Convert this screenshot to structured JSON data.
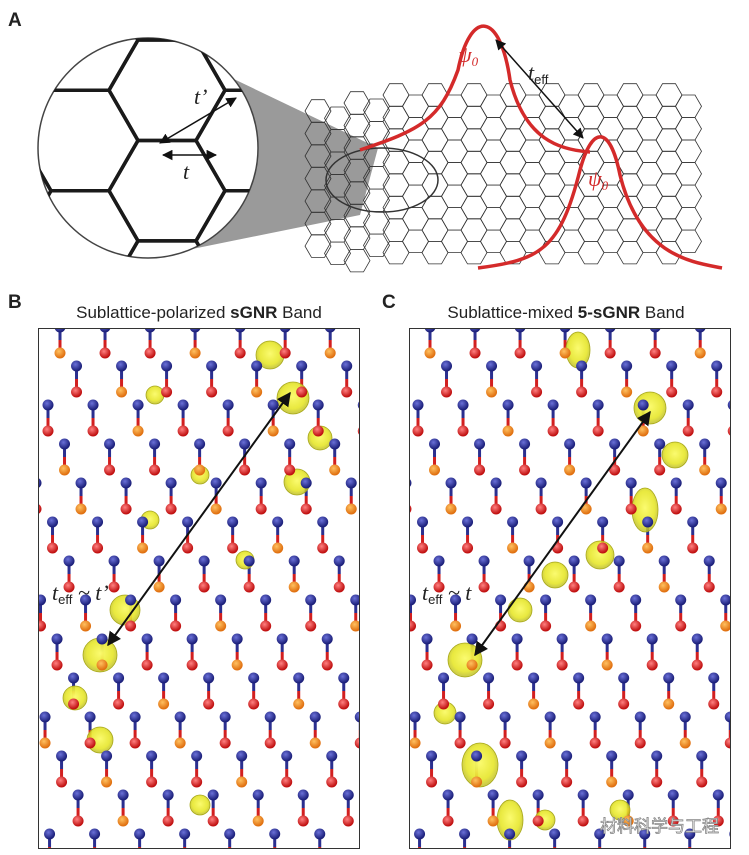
{
  "panels": {
    "a": {
      "letter": "A",
      "labels": {
        "t_prime": "t’",
        "t": "t",
        "t_eff_main": "t",
        "t_eff_sub": "eff",
        "psi_1": "ψ",
        "psi_1_sub": "0",
        "psi_2": "ψ",
        "psi_2_sub": "0"
      }
    },
    "b": {
      "letter": "B",
      "title_prefix": "Sublattice-polarized ",
      "title_bold": "sGNR",
      "title_suffix": " Band",
      "annotation_main": "t",
      "annotation_sub": "eff",
      "annotation_rel": " ~ t’"
    },
    "c": {
      "letter": "C",
      "title_prefix": "Sublattice-mixed ",
      "title_bold": "5-sGNR",
      "title_suffix": " Band",
      "annotation_main": "t",
      "annotation_sub": "eff",
      "annotation_rel": " ~ t"
    }
  },
  "watermark": "材料科学与工程",
  "colors": {
    "wavefunction": "#d42a2a",
    "atom_a": "#2b2f8f",
    "atom_b": "#d21f1f",
    "density": "#e8e830",
    "hydrogen": "#d8d8d8"
  }
}
